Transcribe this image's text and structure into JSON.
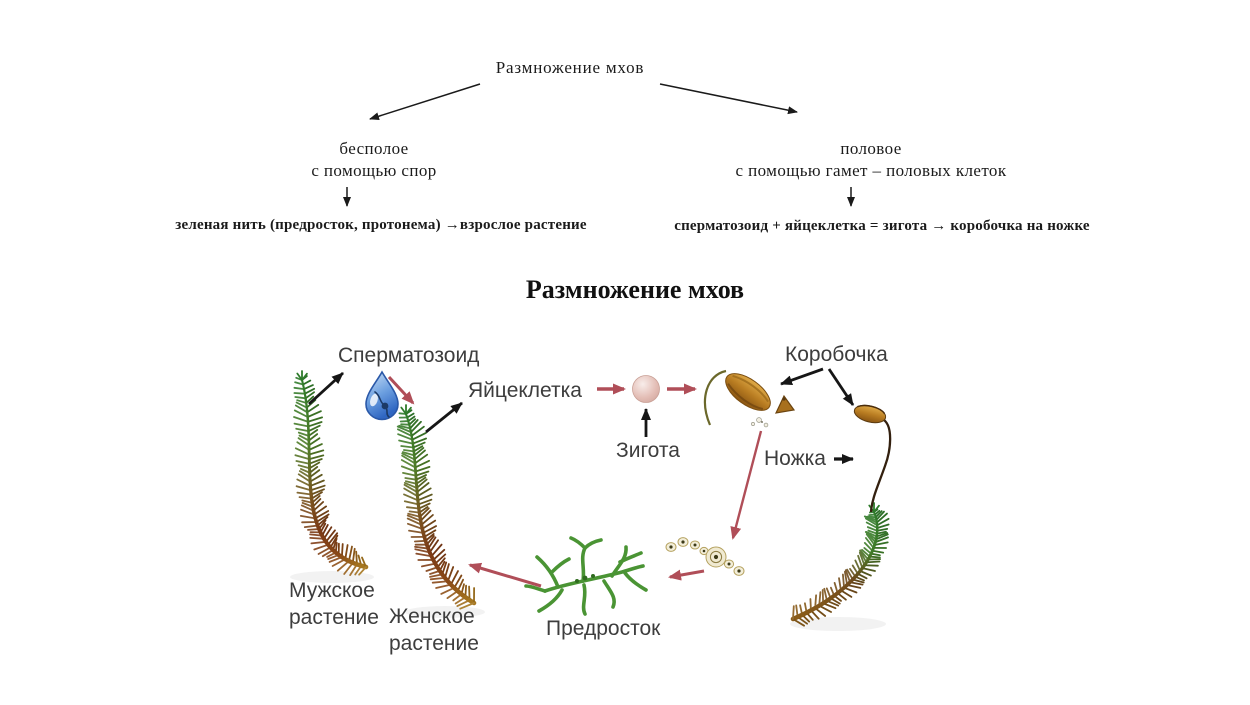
{
  "flowchart": {
    "title": "Размножение мхов",
    "left_branch": {
      "line1": "бесполое",
      "line2": "с помощью спор",
      "result": "зеленая нить (предросток, протонема) →взрослое растение"
    },
    "right_branch": {
      "line1": "половое",
      "line2": "с помощью гамет – половых клеток",
      "result": "сперматозоид + яйцеклетка = зигота → коробочка на ножке"
    }
  },
  "diagram": {
    "title": "Размножение мхов",
    "labels": {
      "sperm": "Сперматозоид",
      "egg": "Яйцеклетка",
      "zygote": "Зигота",
      "capsule": "Коробочка",
      "stalk": "Ножка",
      "male_plant": "Мужское растение",
      "female_plant": "Женское растение",
      "protonema": "Предросток"
    }
  },
  "colors": {
    "red_arrow": "#b04e58",
    "black_arrow": "#1a1a1a",
    "label_text": "#3d3d3d",
    "moss_green": "#2e7b2b",
    "moss_brown": "#7c3a16",
    "moss_tail_gold": "#a5761f",
    "capsule_orange": "#c08428",
    "zygote_pink": "#e3bdb5",
    "droplet_blue": "#2f66c2",
    "spore_cream": "#f3eed9",
    "protonema_green": "#4a9434"
  }
}
